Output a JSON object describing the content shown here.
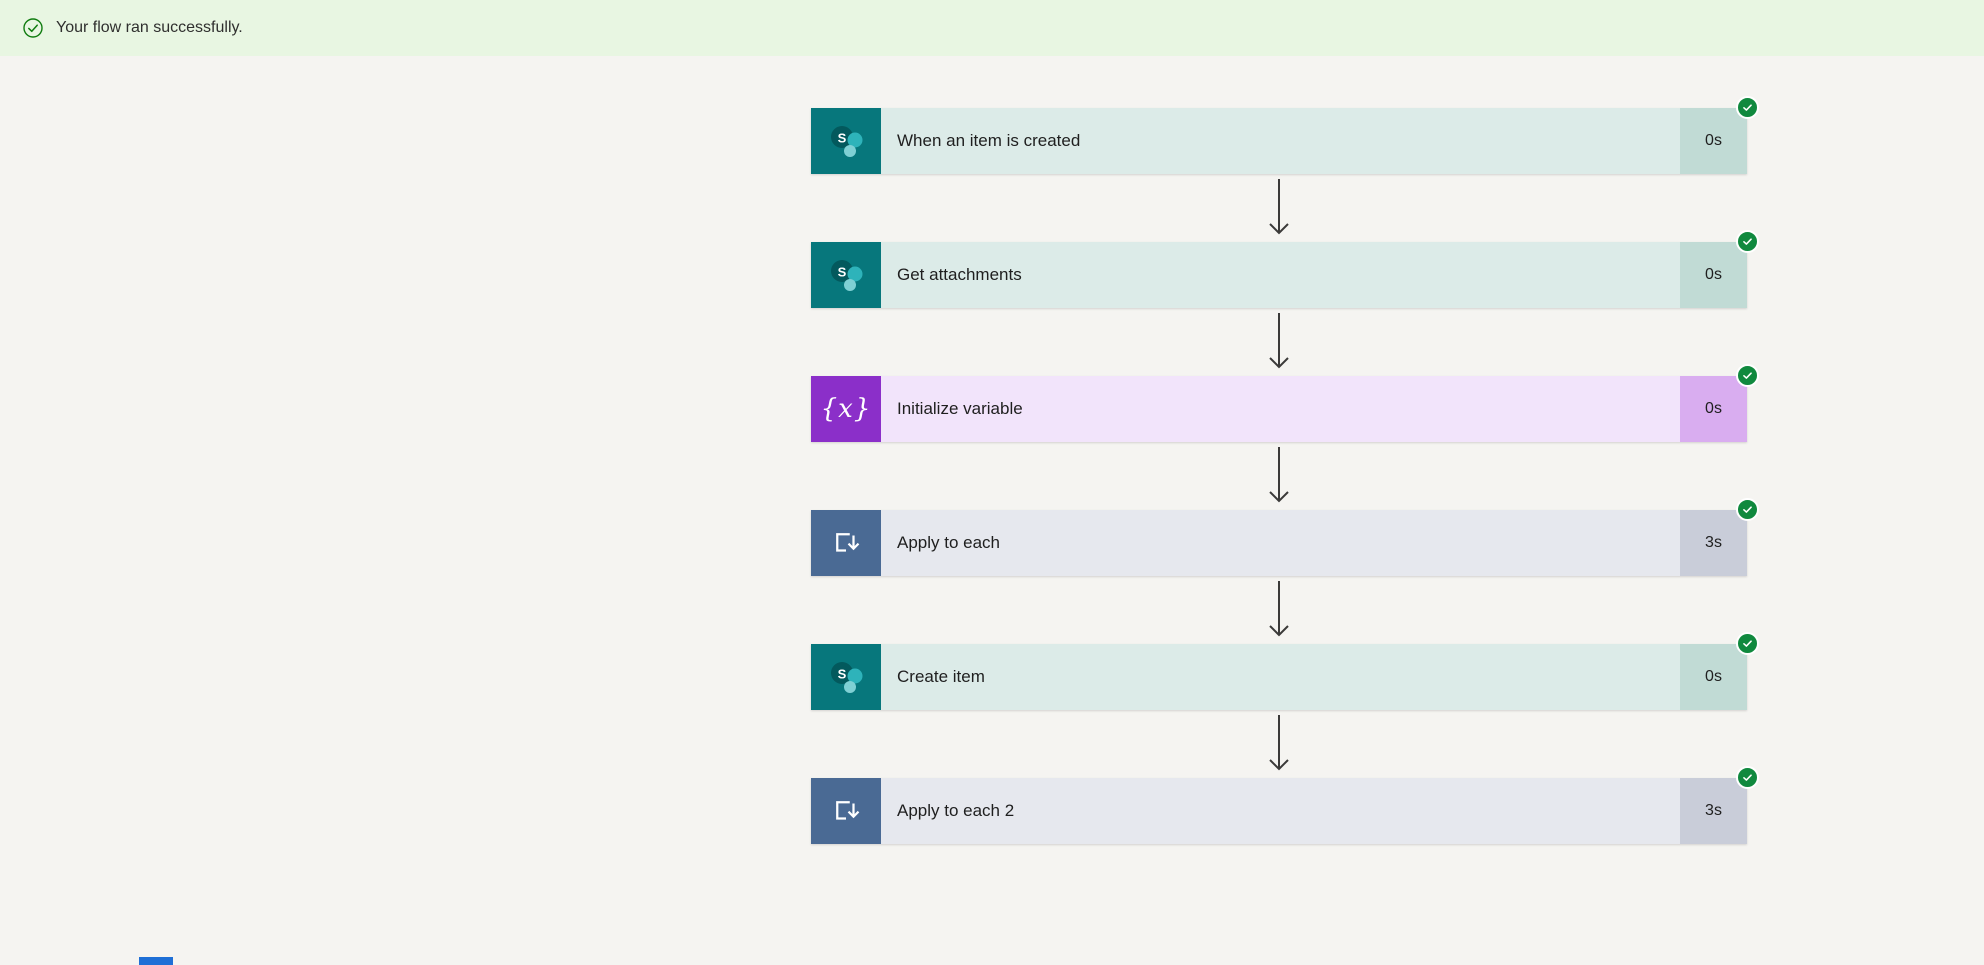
{
  "banner": {
    "message": "Your flow ran successfully.",
    "icon": "check-circle-outline-icon"
  },
  "flow": {
    "steps": [
      {
        "title": "When an item is created",
        "duration": "0s",
        "type": "sharepoint",
        "status": "Succeeded"
      },
      {
        "title": "Get attachments",
        "duration": "0s",
        "type": "sharepoint",
        "status": "Succeeded"
      },
      {
        "title": "Initialize variable",
        "duration": "0s",
        "type": "variable",
        "status": "Succeeded"
      },
      {
        "title": "Apply to each",
        "duration": "3s",
        "type": "apply-to-each",
        "status": "Succeeded"
      },
      {
        "title": "Create item",
        "duration": "0s",
        "type": "sharepoint",
        "status": "Succeeded"
      },
      {
        "title": "Apply to each 2",
        "duration": "3s",
        "type": "apply-to-each",
        "status": "Succeeded"
      }
    ]
  },
  "icons": {
    "sharepoint_letter": "S",
    "variable_glyph": "{x}"
  },
  "colors": {
    "banner_bg": "#e8f6e2",
    "page_bg": "#f5f4f1",
    "success_green": "#10893e",
    "banner_check_green": "#107C10",
    "sharepoint_tile": "#07777c",
    "sharepoint_title_bg": "#dcebe8",
    "sharepoint_duration_bg": "#c1dbd5",
    "variable_tile": "#8b2fc9",
    "variable_title_bg": "#f2e4fb",
    "variable_duration_bg": "#d9adf0",
    "apply_tile": "#4a6a94",
    "apply_title_bg": "#e6e8ee",
    "apply_duration_bg": "#c9cdd9",
    "arrow": "#3b3a39"
  }
}
